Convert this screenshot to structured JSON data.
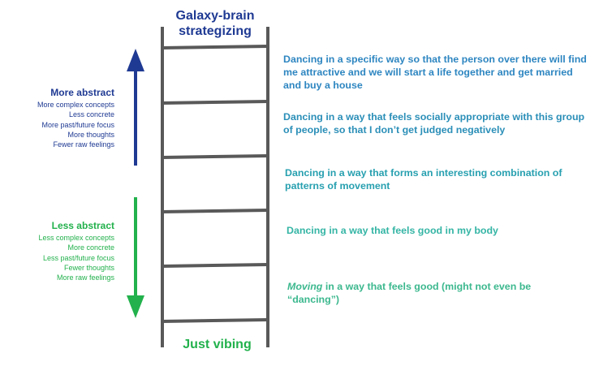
{
  "colors": {
    "ladder": "#595959",
    "abstract": "#1f3a93",
    "concrete": "#22b14c",
    "rung_1": "#2e86c1",
    "rung_2": "#2b8fb8",
    "rung_3": "#28a0b0",
    "rung_4": "#35b5a5",
    "rung_5": "#3cb88e"
  },
  "ladder": {
    "top_label": "Galaxy-brain\nstrategizing",
    "bottom_label": "Just vibing"
  },
  "abstract_side": {
    "heading": "More abstract",
    "lines": [
      "More complex concepts",
      "Less concrete",
      "More past/future focus",
      "More thoughts",
      "Fewer raw feelings"
    ],
    "arrow_icon": "arrow-up-icon"
  },
  "concrete_side": {
    "heading": "Less abstract",
    "lines": [
      "Less complex concepts",
      "More concrete",
      "Less past/future focus",
      "Fewer thoughts",
      "More raw feelings"
    ],
    "arrow_icon": "arrow-down-icon"
  },
  "rungs": [
    {
      "text": "Dancing in a specific way so that the person over there will find me attractive and we will start a life together and get married and buy a house"
    },
    {
      "text": "Dancing in a way that feels socially appropriate with this group of people, so that I don’t get judged negatively"
    },
    {
      "text": "Dancing in a way that forms an interesting combination of patterns of movement"
    },
    {
      "text": "Dancing in a way that feels good in my body"
    },
    {
      "italic": "Moving",
      "text": " in a way that feels good (might not even be “dancing”)"
    }
  ]
}
